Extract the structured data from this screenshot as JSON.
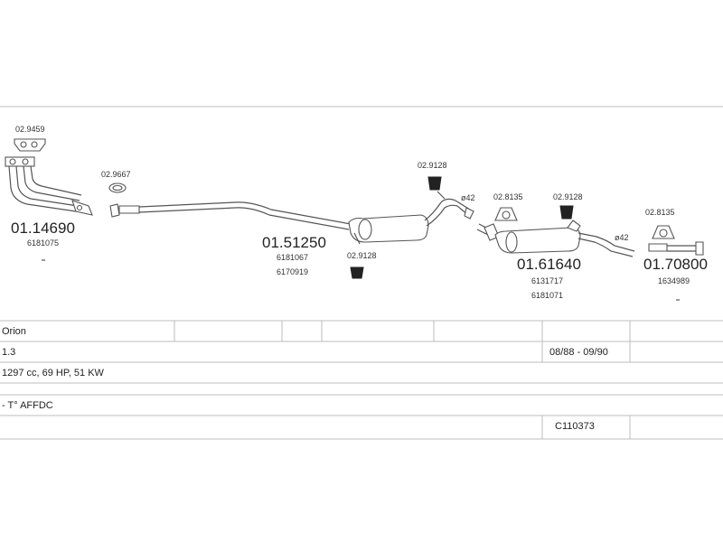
{
  "parts": {
    "gasket_top": "02.9459",
    "front_pipe_number": "01.14690",
    "front_pipe_oe": "6181075",
    "clamp_front": "02.9667",
    "middle_number": "01.51250",
    "middle_oe_1": "6181067",
    "middle_oe_2": "6170919",
    "hanger_mid_lower": "02.9128",
    "hanger_mid_upper": "02.9128",
    "diameter_1": "ø42",
    "gasket_rear": "02.8135",
    "hanger_rear": "02.9128",
    "rear_number": "01.61640",
    "rear_oe_1": "6131717",
    "rear_oe_2": "6181071",
    "diameter_2": "ø42",
    "gasket_tail": "02.8135",
    "tail_number": "01.70800",
    "tail_oe": "1634989"
  },
  "info": {
    "model": "Orion",
    "engine": "1.3",
    "years": "08/88 - 09/90",
    "spec": "1297 cc, 69 HP, 51 KW",
    "engine_code": "- T° AFFDC",
    "catalog_code": "C110373"
  }
}
